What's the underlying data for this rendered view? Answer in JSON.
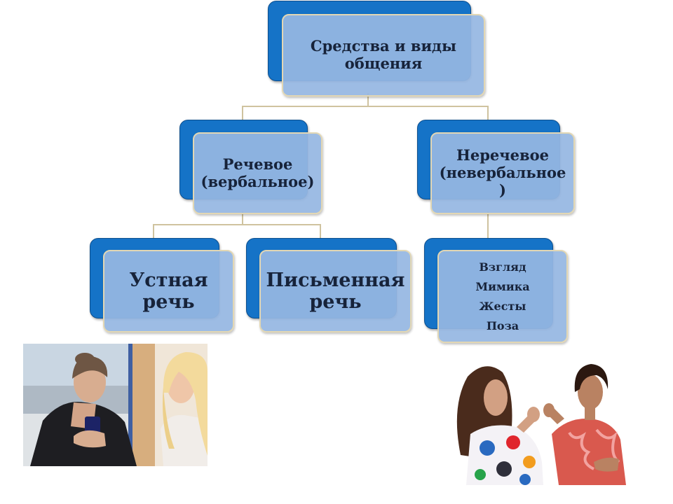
{
  "diagram": {
    "root": "Средства и виды\nобщения",
    "verbal": "Речевое\n(вербальное)",
    "nonverbal": "Неречевое\n(невербальное\n)",
    "oral": "Устная\nречь",
    "written": "Письменная\nречь",
    "nonverbal_items": [
      "Взгляд",
      "Мимика",
      "Жесты",
      "Поза"
    ]
  },
  "colors": {
    "box_back": "#1573c7",
    "box_front": "#96b7e2",
    "box_border": "#e2d7b4",
    "connector": "#cfc39f",
    "text": "#17233a"
  }
}
